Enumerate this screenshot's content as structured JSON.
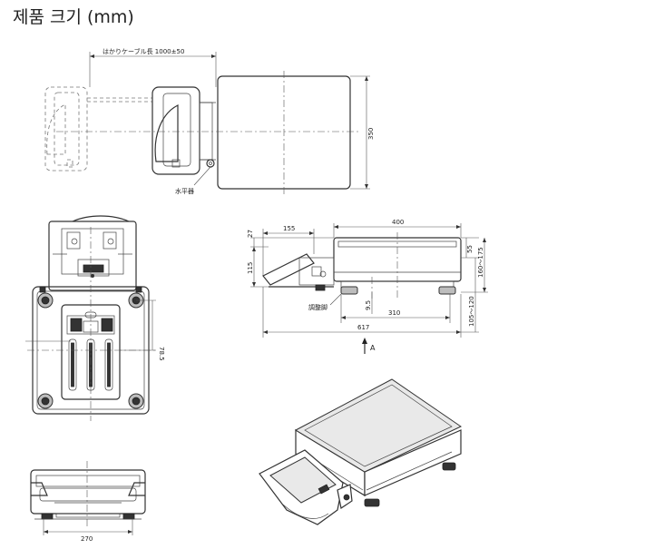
{
  "title": "제품 크기 (mm)",
  "labels": {
    "cable_length": "はかりケーブル長 1000±50",
    "level": "水平器",
    "adjuster": "調整脚",
    "view_arrow": "A"
  },
  "dims": {
    "top_depth": "350",
    "side_width": "400",
    "side_display": "155",
    "side_27": "27",
    "side_115": "115",
    "side_55": "55",
    "side_160_175": "160～175",
    "side_105_120": "105～120",
    "side_95": "9.5",
    "side_310": "310",
    "side_617": "617",
    "bottom_785": "78.5",
    "front_270": "270"
  }
}
